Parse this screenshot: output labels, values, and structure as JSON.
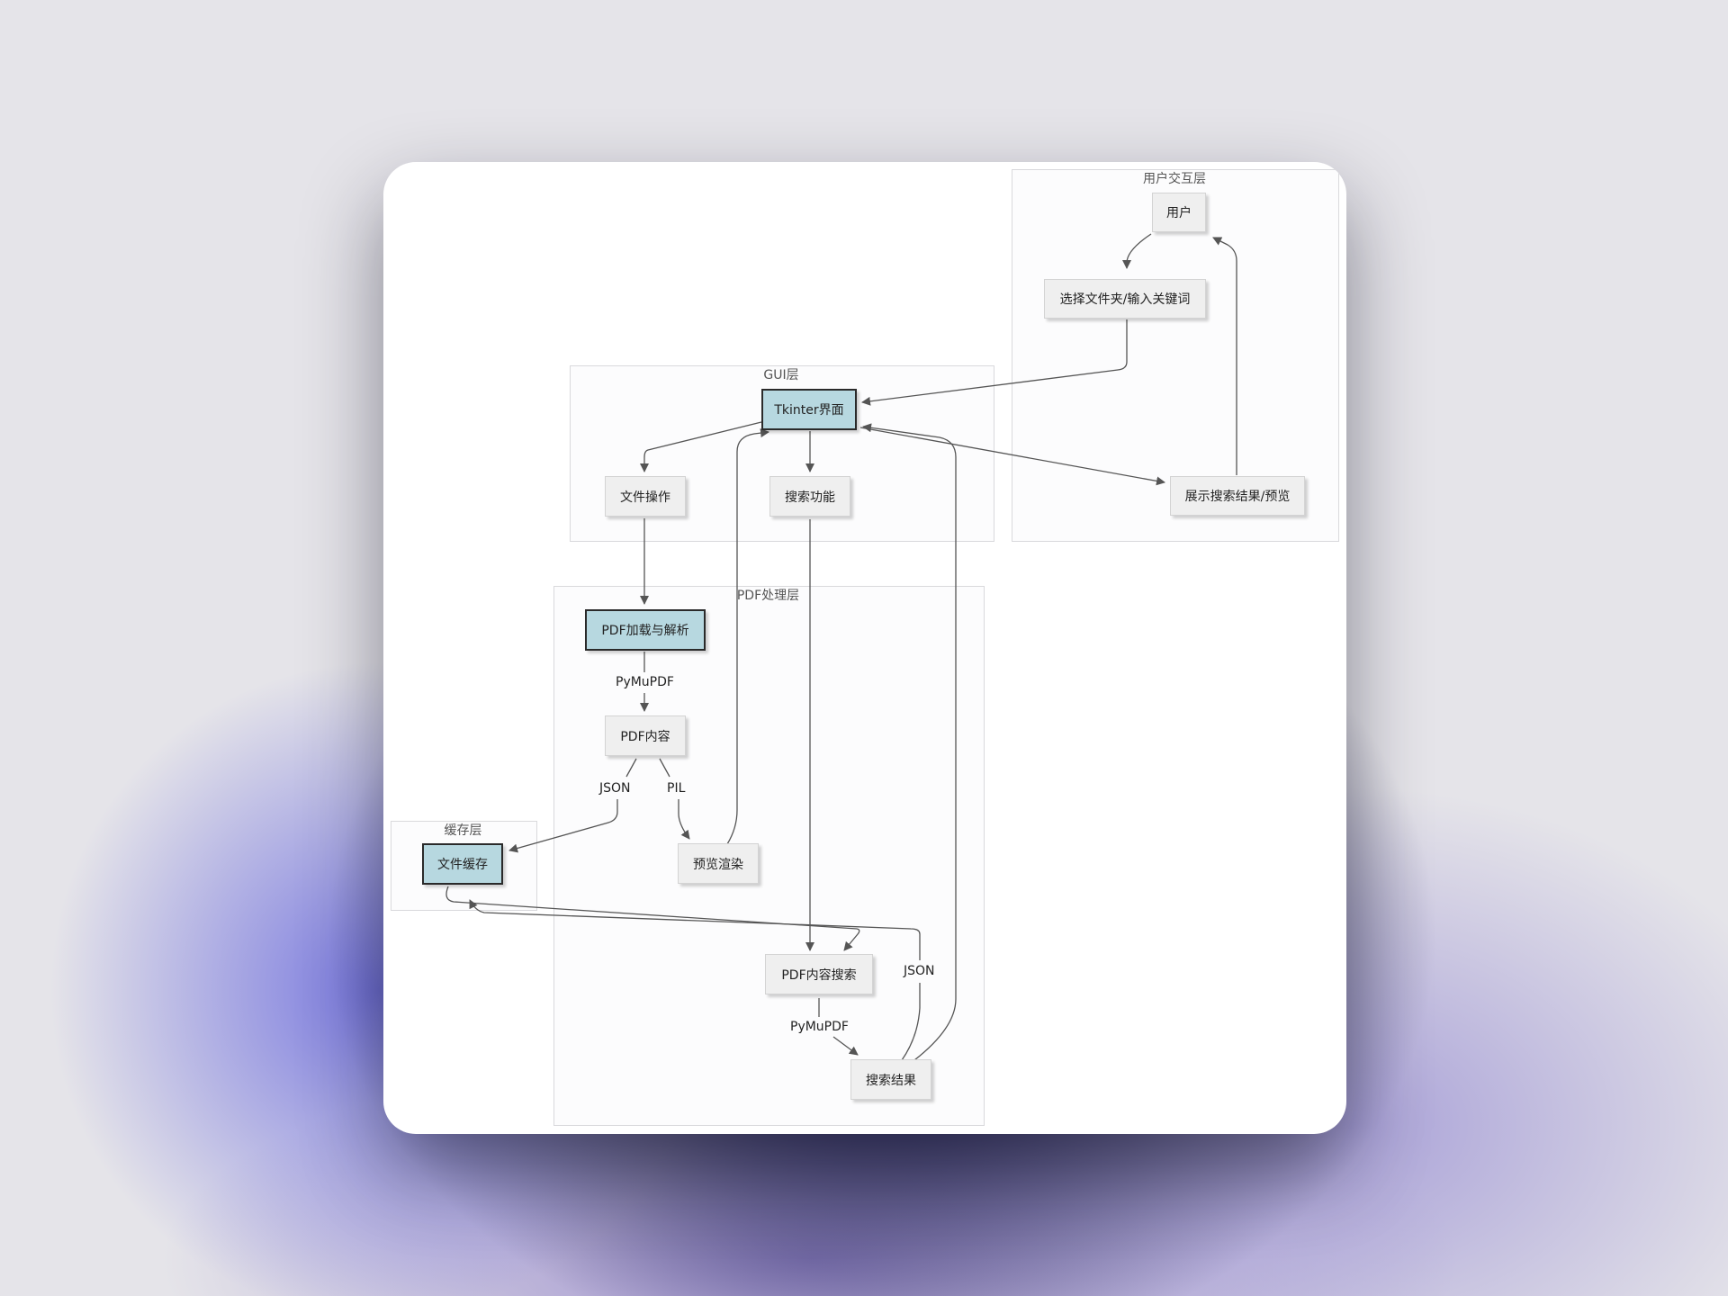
{
  "clusters": {
    "user_layer": "用户交互层",
    "gui_layer": "GUI层",
    "pdf_layer": "PDF处理层",
    "cache_layer": "缓存层"
  },
  "nodes": {
    "user": "用户",
    "select_input": "选择文件夹/输入关键词",
    "display_results": "展示搜索结果/预览",
    "tkinter": "Tkinter界面",
    "file_ops": "文件操作",
    "search_func": "搜索功能",
    "pdf_load": "PDF加载与解析",
    "pdf_content": "PDF内容",
    "preview_render": "预览渲染",
    "pdf_search": "PDF内容搜索",
    "search_results": "搜索结果",
    "file_cache": "文件缓存"
  },
  "edge_labels": {
    "pymupdf_1": "PyMuPDF",
    "json_1": "JSON",
    "pil": "PIL",
    "json_2": "JSON",
    "pymupdf_2": "PyMuPDF"
  },
  "colors": {
    "primary_node_fill": "#b7d8e0",
    "node_fill": "#efefef",
    "edge": "#555555"
  }
}
